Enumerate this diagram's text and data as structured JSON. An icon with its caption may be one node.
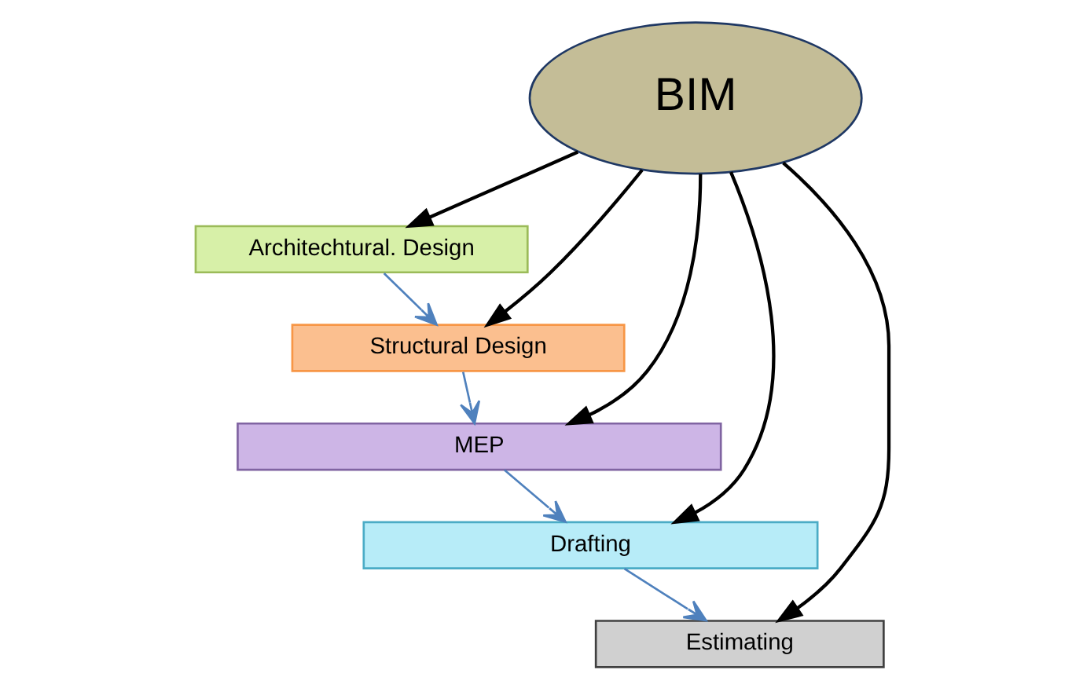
{
  "diagram": {
    "nodes": [
      {
        "text": [
          "BIM"
        ]
      },
      {
        "text": [
          "Architechtural. Design"
        ]
      },
      {
        "text": [
          "Structural Design"
        ]
      },
      {
        "text": [
          "MEP"
        ]
      },
      {
        "text": [
          "Drafting"
        ]
      },
      {
        "text": [
          "Estimating"
        ]
      }
    ],
    "edges": [
      {
        "from": 0,
        "to": 1,
        "arrow": "to"
      },
      {
        "from": 0,
        "to": 2,
        "arrow": "to"
      },
      {
        "from": 0,
        "to": 3,
        "arrow": "to"
      },
      {
        "from": 0,
        "to": 4,
        "arrow": "to"
      },
      {
        "from": 0,
        "to": 5,
        "arrow": "to"
      },
      {
        "from": 1,
        "to": 2,
        "arrow": "to",
        "color": "#4f81bd"
      },
      {
        "from": 2,
        "to": 3,
        "arrow": "to",
        "color": "#4f81bd"
      },
      {
        "from": 3,
        "to": 4,
        "arrow": "to",
        "color": "#4f81bd"
      },
      {
        "from": 4,
        "to": 5,
        "arrow": "to",
        "color": "#4f81bd"
      }
    ]
  }
}
